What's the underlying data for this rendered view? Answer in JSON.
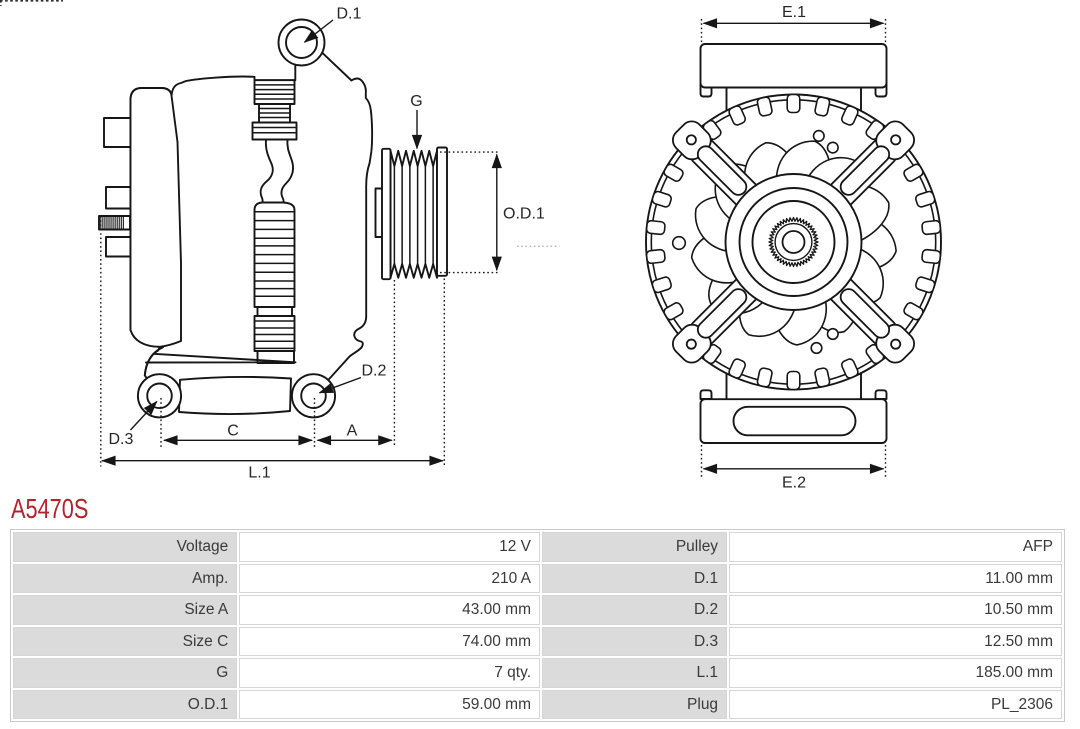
{
  "page": {
    "background": "#ffffff"
  },
  "part_number": {
    "text": "A5470S",
    "color": "#b5222a"
  },
  "drawing": {
    "line_color": "#161616",
    "views": {
      "side": "alternator-side-view",
      "front": "alternator-front-view"
    },
    "labels": {
      "d1": "D.1",
      "g": "G",
      "od1": "O.D.1",
      "d2": "D.2",
      "d3": "D.3",
      "c": "C",
      "a": "A",
      "l1": "L.1",
      "e1": "E.1",
      "e2": "E.2"
    }
  },
  "spec_table": {
    "label_bg": "#dbdbdb",
    "text_color": "#3a3a3a",
    "rows": [
      {
        "label_left": "Voltage",
        "value_left": "12 V",
        "label_right": "Pulley",
        "value_right": "AFP"
      },
      {
        "label_left": "Amp.",
        "value_left": "210 A",
        "label_right": "D.1",
        "value_right": "11.00 mm"
      },
      {
        "label_left": "Size A",
        "value_left": "43.00 mm",
        "label_right": "D.2",
        "value_right": "10.50 mm"
      },
      {
        "label_left": "Size C",
        "value_left": "74.00 mm",
        "label_right": "D.3",
        "value_right": "12.50 mm"
      },
      {
        "label_left": "G",
        "value_left": "7 qty.",
        "label_right": "L.1",
        "value_right": "185.00 mm"
      },
      {
        "label_left": "O.D.1",
        "value_left": "59.00 mm",
        "label_right": "Plug",
        "value_right": "PL_2306"
      }
    ]
  }
}
